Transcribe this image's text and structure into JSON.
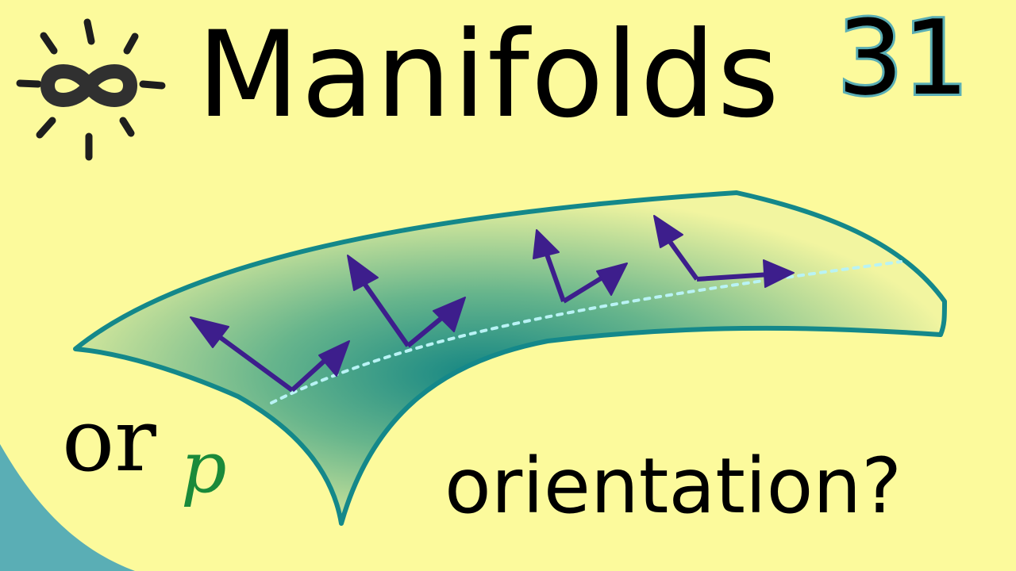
{
  "title": "Manifolds",
  "episode_number": "31",
  "math_label": {
    "base": "or",
    "subscript": "p"
  },
  "question": "orientation?",
  "icons": {
    "logo": "infinity-sun-icon"
  },
  "colors": {
    "background": "#fcfa9c",
    "surface_edge": "#14888a",
    "surface_fill_dark": "#1a8a85",
    "arrow": "#3d1e8c",
    "dotted_curve": "#b9f3f5",
    "corner_accent": "#5aaeb5",
    "subscript": "#1a8a3a"
  }
}
